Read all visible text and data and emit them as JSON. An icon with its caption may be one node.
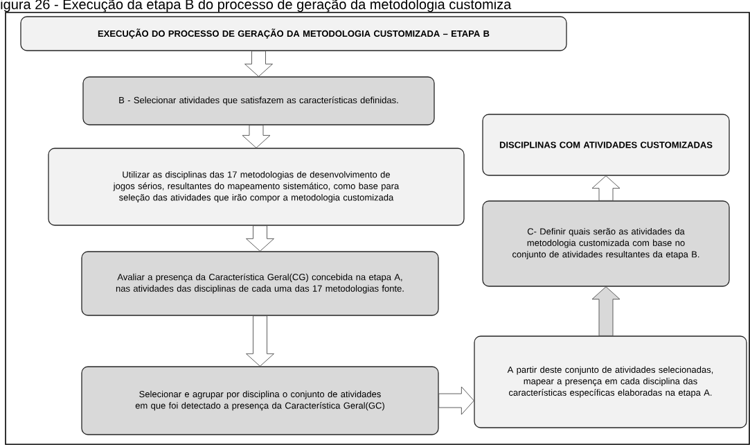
{
  "diagram": {
    "title": "igura 26 - Execução da etapa B do processo de geração da metodologia customiza",
    "nodes": [
      {
        "text": [
          "EXECUÇÃO DO PROCESSO DE GERAÇÃO DA METODOLOGIA CUSTOMIZADA – ETAPA B"
        ]
      },
      {
        "text": [
          "B - Selecionar atividades que satisfazem as características definidas."
        ]
      },
      {
        "text": [
          "Utilizar as disciplinas das 17 metodologias de desenvolvimento de jogos sérios,  resultantes do mapeamento sistemático, como base para seleção das atividades que irão compor a metodologia customizada"
        ]
      },
      {
        "text": [
          "Avaliar a presença da Característica Geral(CG) concebida na etapa A, nas atividades das disciplinas de cada uma das 17 metodologias fonte."
        ]
      },
      {
        "text": [
          "Selecionar e agrupar por disciplina o conjunto de atividades em que foi detectado a presença da Característica Geral(GC)"
        ]
      },
      {
        "text": [
          "A partir deste conjunto de atividades selecionadas, mapear a presença em cada disciplina das características específicas elaboradas na etapa A."
        ]
      },
      {
        "text": [
          "C- Definir quais serão as atividades da metodologia customizada com base no conjunto de atividades resultantes da etapa B."
        ]
      },
      {
        "text": [
          "DISCIPLINAS COM ATIVIDADES CUSTOMIZADAS"
        ]
      }
    ],
    "edges": [
      {
        "from": 0,
        "to": 1,
        "arrow": "to"
      },
      {
        "from": 1,
        "to": 2,
        "arrow": "to"
      },
      {
        "from": 2,
        "to": 3,
        "arrow": "to"
      },
      {
        "from": 3,
        "to": 4,
        "arrow": "to"
      },
      {
        "from": 4,
        "to": 5,
        "arrow": "to"
      },
      {
        "from": 5,
        "to": 6,
        "arrow": "to",
        "color": "#d9d9d9"
      },
      {
        "from": 6,
        "to": 7,
        "arrow": "to"
      }
    ]
  }
}
